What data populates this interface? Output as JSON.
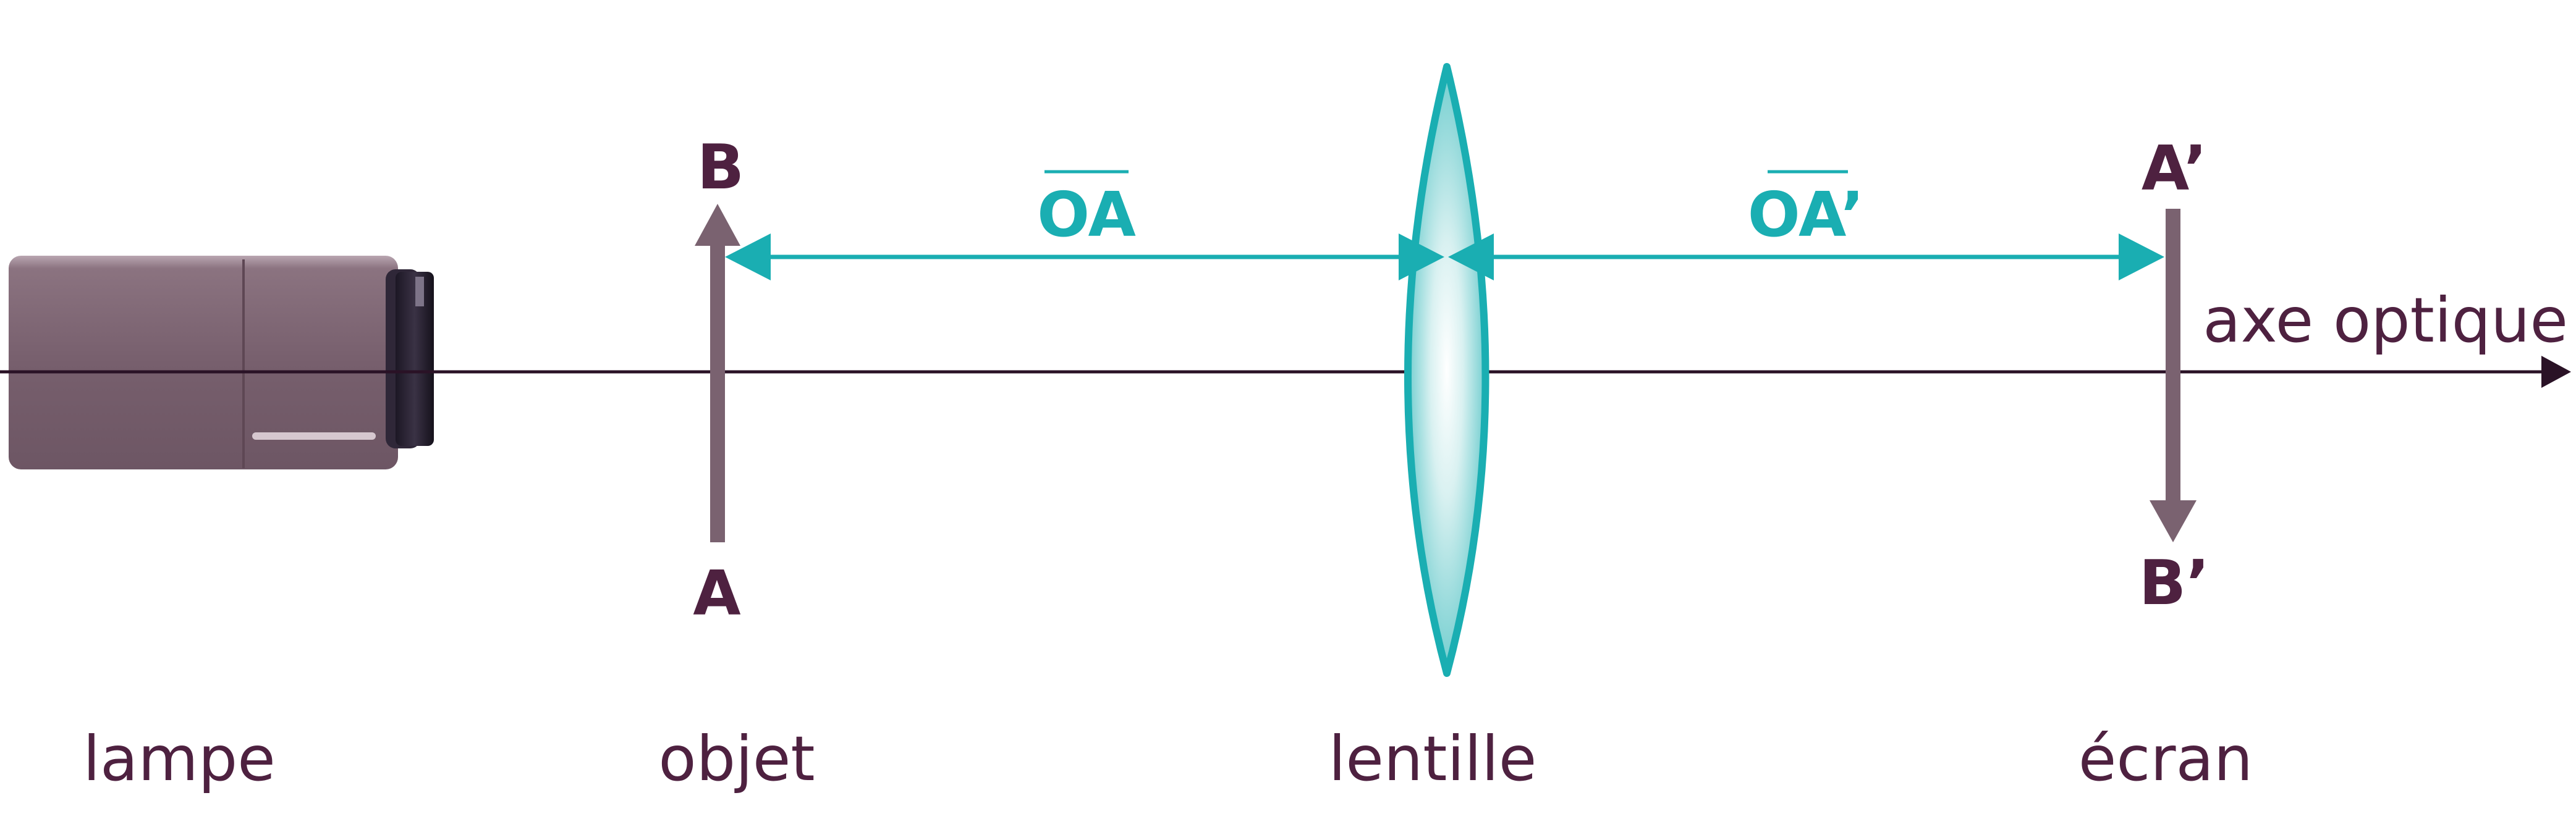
{
  "colors": {
    "ink": "#4e2140",
    "accent": "#1aaeb2",
    "arrow": "#7a6270",
    "axis": "#2a1226",
    "lamp_body": "#7a6270",
    "lamp_dark": "#2b2233"
  },
  "points": {
    "object_top": "B",
    "object_bottom": "A",
    "image_top": "A’",
    "image_bottom": "B’"
  },
  "distances": {
    "object": "OA",
    "image": "OA’"
  },
  "axis_label": "axe optique",
  "captions": {
    "lamp": "lampe",
    "object": "objet",
    "lens": "lentille",
    "screen": "écran"
  }
}
